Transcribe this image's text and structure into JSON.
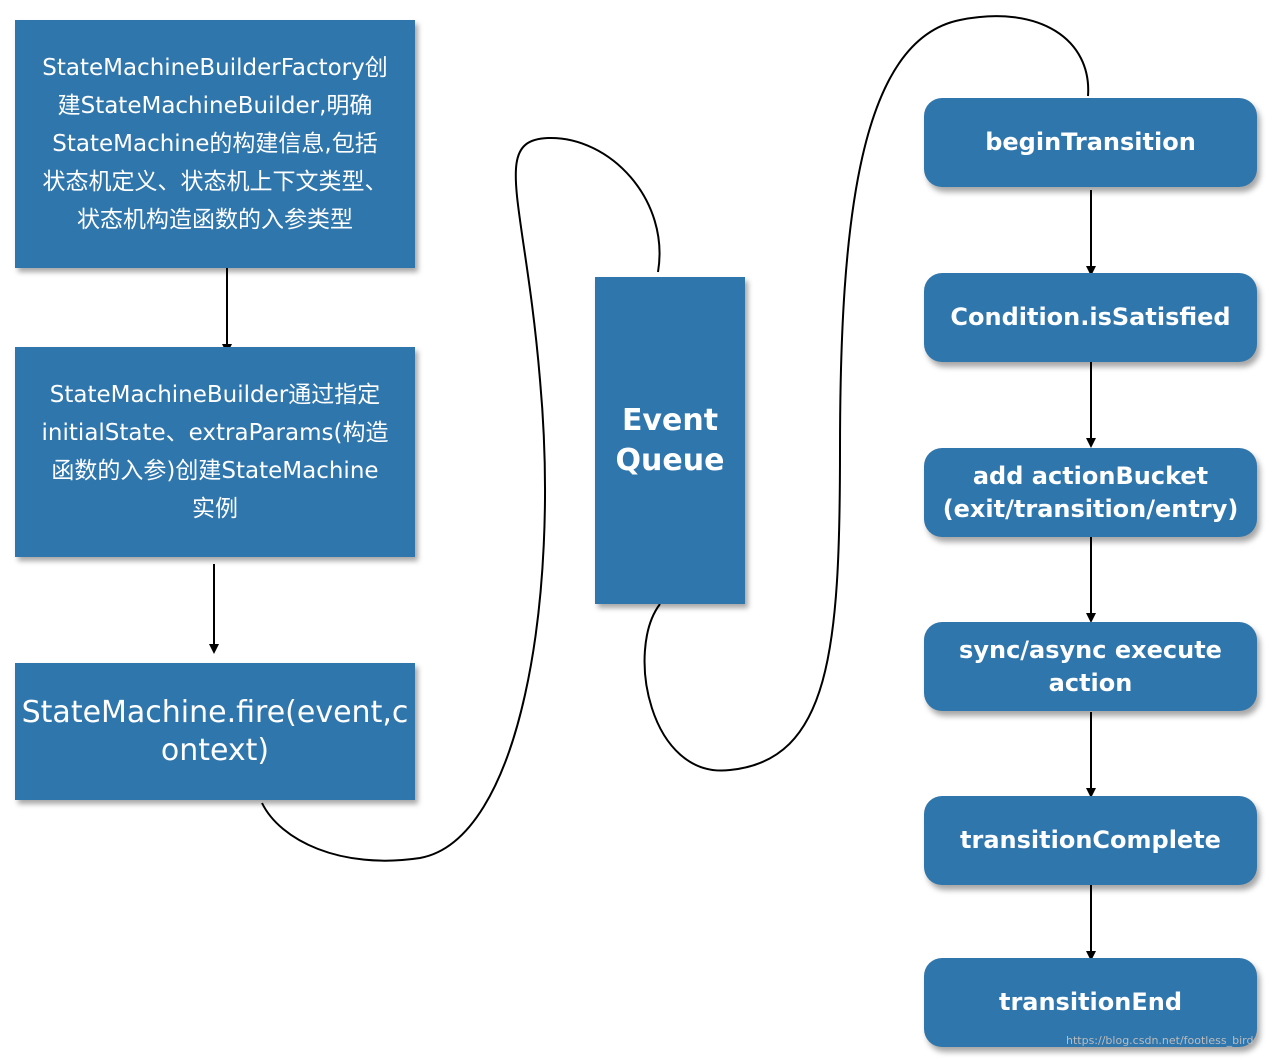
{
  "left_column": {
    "box1": "StateMachineBuilderFactory创\n建StateMachineBuilder,明确\nStateMachine的构建信息,包括\n状态机定义、状态机上下文类型、\n状态机构造函数的入参类型",
    "box2": "StateMachineBuilder通过指定\ninitialState、extraParams(构造\n函数的入参)创建StateMachine\n实例",
    "box3": "StateMachine.fire(event,c\nontext)"
  },
  "event_queue": "Event\nQueue",
  "right_column": {
    "steps": [
      "beginTransition",
      "Condition.isSatisfied",
      "add actionBucket\n(exit/transition/entry)",
      "sync/async execute\naction",
      "transitionComplete",
      "transitionEnd"
    ]
  },
  "watermark": "https://blog.csdn.net/footless_bird",
  "colors": {
    "box_fill": "#2f76ad",
    "text": "#ffffff",
    "line": "#000000"
  }
}
